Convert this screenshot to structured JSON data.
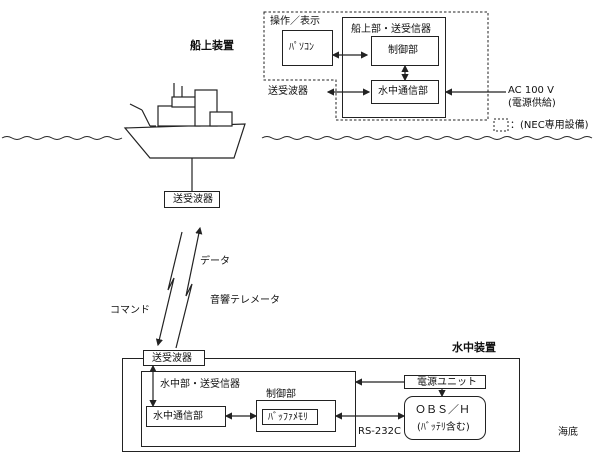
{
  "ship": {
    "label": "船上装置",
    "console_group": "操作／表示",
    "pc": "ﾊﾟｿｺﾝ",
    "onboard_unit": "船上部・送受信器",
    "control": "制御部",
    "underwater_comm": "水中通信部",
    "transducer_side": "送受波器",
    "power": "AC 100 V",
    "power_note": "(電源供給)",
    "legend_note": "：(NEC専用設備)"
  },
  "link": {
    "ship_transducer": "送受波器",
    "data": "データ",
    "command": "コマンド",
    "telemetry": "音響テレメータ"
  },
  "sea": {
    "label": "水中装置",
    "transducer": "送受波器",
    "unit": "水中部・送受信器",
    "control": "制御部",
    "comm": "水中通信部",
    "buffer": "ﾊﾞｯﾌｧﾒﾓﾘ",
    "power_unit": "電源ユニット",
    "obs": "ＯＢＳ／Ｈ",
    "obs_note": "(ﾊﾞｯﾃﾘ含む)",
    "interface": "RS-232C",
    "seafloor": "海底"
  }
}
